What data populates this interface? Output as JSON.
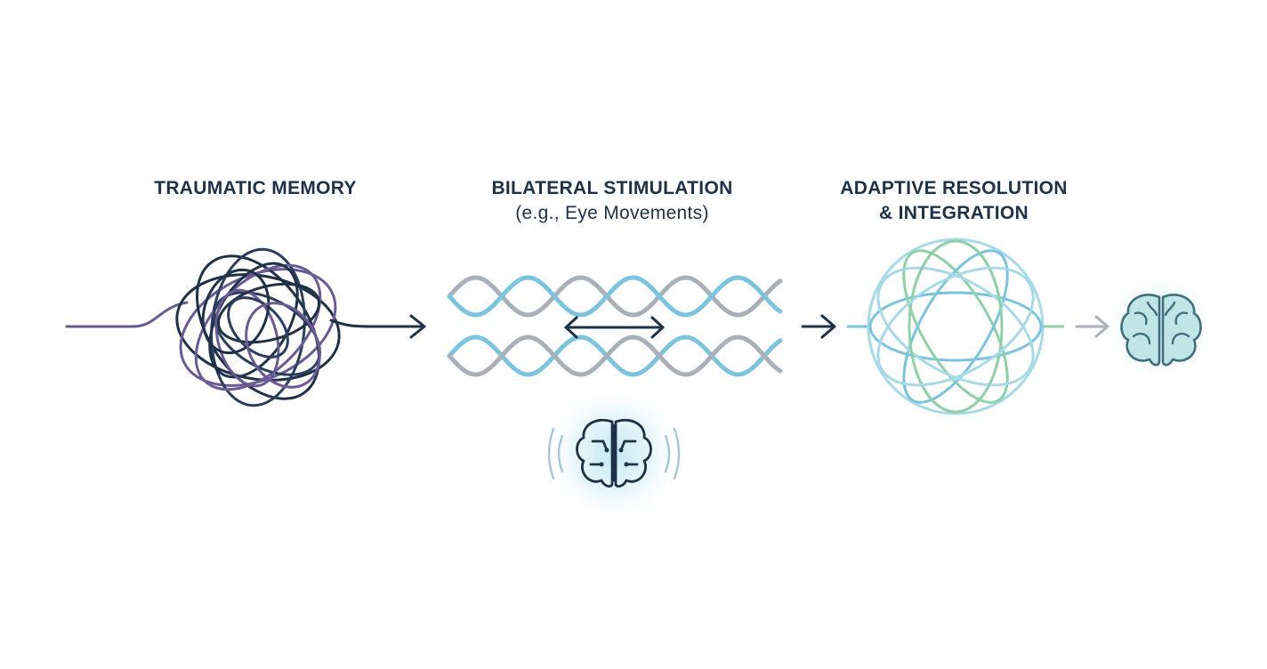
{
  "stages": [
    {
      "title": "TRAUMATIC MEMORY"
    },
    {
      "title": "BILATERAL STIMULATION",
      "subtitle": "(e.g., Eye Movements)"
    },
    {
      "title": "ADAPTIVE RESOLUTION",
      "title_line2": "& INTEGRATION"
    }
  ],
  "colors": {
    "navy": "#1f3147",
    "purple": "#6b5b95",
    "light_blue": "#7cc4dd",
    "gray": "#a9b0b8",
    "green": "#8fcfa9",
    "brain_teal": "#3f6f7f",
    "brain_fill": "#bfe5e6"
  },
  "icons": [
    "tangled-knot-icon",
    "wave-lines-icon",
    "double-arrow-icon",
    "brain-circuit-icon",
    "integrated-knot-icon",
    "brain-icon"
  ]
}
